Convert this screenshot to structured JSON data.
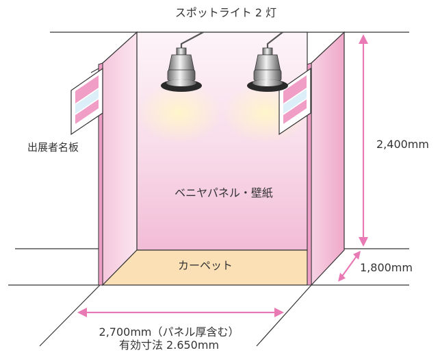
{
  "title": "スポットライト 2 灯",
  "labels": {
    "nameplate": "出展者名板",
    "wall": "ベニヤパネル・壁紙",
    "carpet": "カーペット",
    "height": "2,400mm",
    "depth": "1,800mm",
    "width_line1": "2,700mm（パネル厚含む）",
    "width_line2": "有効寸法 2.650mm"
  },
  "colors": {
    "wall_pink": "#f4c8de",
    "panel_pink": "#ef9fc6",
    "carpet": "#fbe0b6",
    "arrow": "#e879b4",
    "line": "#333333"
  },
  "icons": [
    "spotlight-icon",
    "nameplate-sign-icon",
    "dimension-arrow-icon"
  ]
}
